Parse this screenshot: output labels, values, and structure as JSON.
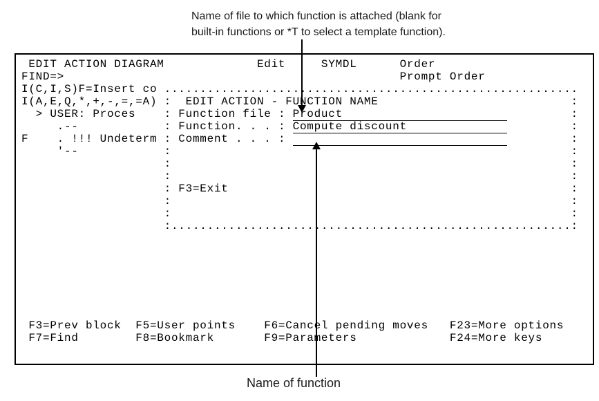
{
  "captions": {
    "top_line1": "Name of file to which function is attached (blank for",
    "top_line2": "built-in functions or *T to select a template function).",
    "bottom": "Name of function"
  },
  "screen": {
    "title": "EDIT ACTION DIAGRAM",
    "mode": "Edit",
    "model": "SYMDL",
    "object_line1": "Order",
    "object_line2": "Prompt Order",
    "find_prompt": "FIND=>",
    "window": {
      "title": "EDIT ACTION - FUNCTION NAME",
      "function_file_label": "Function file",
      "function_file_value": "Product",
      "function_label": "Function",
      "function_value": "Compute discount",
      "comment_label": "Comment",
      "comment_value": "",
      "window_key": "F3=Exit"
    },
    "function_keys": [
      "F3=Prev block",
      "F5=User points",
      "F6=Cancel pending moves",
      "F23=More options",
      "F7=Find",
      "F8=Bookmark",
      "F9=Parameters",
      "F24=More keys"
    ],
    "rows": [
      {
        "r": 0,
        "name": "screen-header-row",
        "segs": [
          {
            "t": " EDIT ACTION DIAGRAM             Edit     SYMDL      Order"
          }
        ]
      },
      {
        "r": 1,
        "name": "find-prompt-row",
        "segs": [
          {
            "t": "FIND=>",
            "n": "find-input",
            "i": true
          },
          {
            "t": "                                               Prompt Order"
          }
        ]
      },
      {
        "r": 2,
        "name": "window-top-border-row",
        "segs": [
          {
            "t": "I(C,I,S)F=Insert co .........................................................."
          }
        ]
      },
      {
        "r": 3,
        "name": "window-title-row",
        "segs": [
          {
            "t": "I(A,E,Q,*,+,-,=,=A) :  EDIT ACTION - FUNCTION NAME                           :"
          }
        ]
      },
      {
        "r": 4,
        "name": "function-file-row",
        "segs": [
          {
            "t": "  > USER: Proces    : "
          },
          {
            "t": "Function file : "
          },
          {
            "t": "Product                       ",
            "u": true,
            "n": "function-file-input",
            "i": true
          },
          {
            "t": "         :"
          }
        ]
      },
      {
        "r": 5,
        "name": "function-name-row",
        "segs": [
          {
            "t": "     .--            : "
          },
          {
            "t": "Function. . . : "
          },
          {
            "t": "Compute discount              ",
            "u": true,
            "n": "function-name-input",
            "i": true
          },
          {
            "t": "         :"
          }
        ]
      },
      {
        "r": 6,
        "name": "comment-row",
        "segs": [
          {
            "t": "F    . !!! Undeterm : "
          },
          {
            "t": "Comment . . . : "
          },
          {
            "t": "                              ",
            "u": true,
            "n": "comment-input",
            "i": true
          },
          {
            "t": "         :"
          }
        ]
      },
      {
        "r": 7,
        "name": "screen-row",
        "segs": [
          {
            "t": "     '--            :                                                        :"
          }
        ]
      },
      {
        "r": 8,
        "name": "screen-row",
        "segs": [
          {
            "t": "                    :                                                        :"
          }
        ]
      },
      {
        "r": 9,
        "name": "screen-row",
        "segs": [
          {
            "t": "                    :                                                        :"
          }
        ]
      },
      {
        "r": 10,
        "name": "window-fkey-row",
        "segs": [
          {
            "t": "                    : F3=Exit                                                :"
          }
        ]
      },
      {
        "r": 11,
        "name": "screen-row",
        "segs": [
          {
            "t": "                    :                                                        :"
          }
        ]
      },
      {
        "r": 12,
        "name": "screen-row",
        "segs": [
          {
            "t": "                    :                                                        :"
          }
        ]
      },
      {
        "r": 13,
        "name": "window-bottom-border-row",
        "segs": [
          {
            "t": "                    :........................................................:"
          }
        ]
      },
      {
        "r": 21,
        "name": "function-keys-row-1",
        "segs": [
          {
            "t": " F3=Prev block  F5=User points    F6=Cancel pending moves   F23=More options"
          }
        ]
      },
      {
        "r": 22,
        "name": "function-keys-row-2",
        "segs": [
          {
            "t": " F7=Find        F8=Bookmark       F9=Parameters             F24=More keys"
          }
        ]
      }
    ]
  }
}
